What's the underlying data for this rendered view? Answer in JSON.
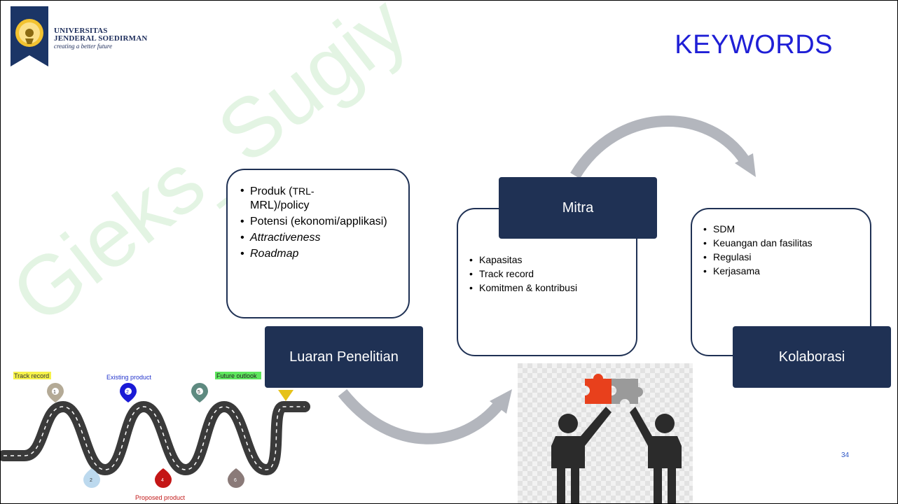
{
  "header": {
    "university_line1": "UNIVERSITAS",
    "university_line2": "JENDERAL SOEDIRMAN",
    "tagline": "creating a better future",
    "title": "KEYWORDS"
  },
  "watermark": "Gieks_Sugiy",
  "colors": {
    "title": "#1f1fd6",
    "box_dark": "#1f3154",
    "arrow": "#b3b6bd",
    "puzzle_red": "#e8401c",
    "puzzle_gray": "#9a9a9a",
    "watermark": "#28aa28"
  },
  "luaran": {
    "label": "Luaran Penelitian",
    "items": [
      {
        "text": "Produk (",
        "small": "TRL-",
        "rest": "MRL)/policy"
      },
      {
        "text": "Potensi (ekonomi/applikasi)"
      },
      {
        "text": "Attractiveness",
        "italic": true
      },
      {
        "text": "Roadmap",
        "italic": true
      }
    ]
  },
  "mitra": {
    "label": "Mitra",
    "items": [
      "Kapasitas",
      "Track record",
      "Komitmen & kontribusi"
    ]
  },
  "kolaborasi": {
    "label": "Kolaborasi",
    "items": [
      "SDM",
      "Keuangan dan fasilitas",
      "Regulasi",
      "Kerjasama"
    ]
  },
  "roadmap": {
    "track_record": "Track record",
    "existing_product": "Existing product",
    "future_outlook": "Future outlook",
    "proposed_product": "Proposed product",
    "pins": [
      "1",
      "2",
      "5",
      "2",
      "4",
      "6"
    ]
  },
  "page_number": "34"
}
